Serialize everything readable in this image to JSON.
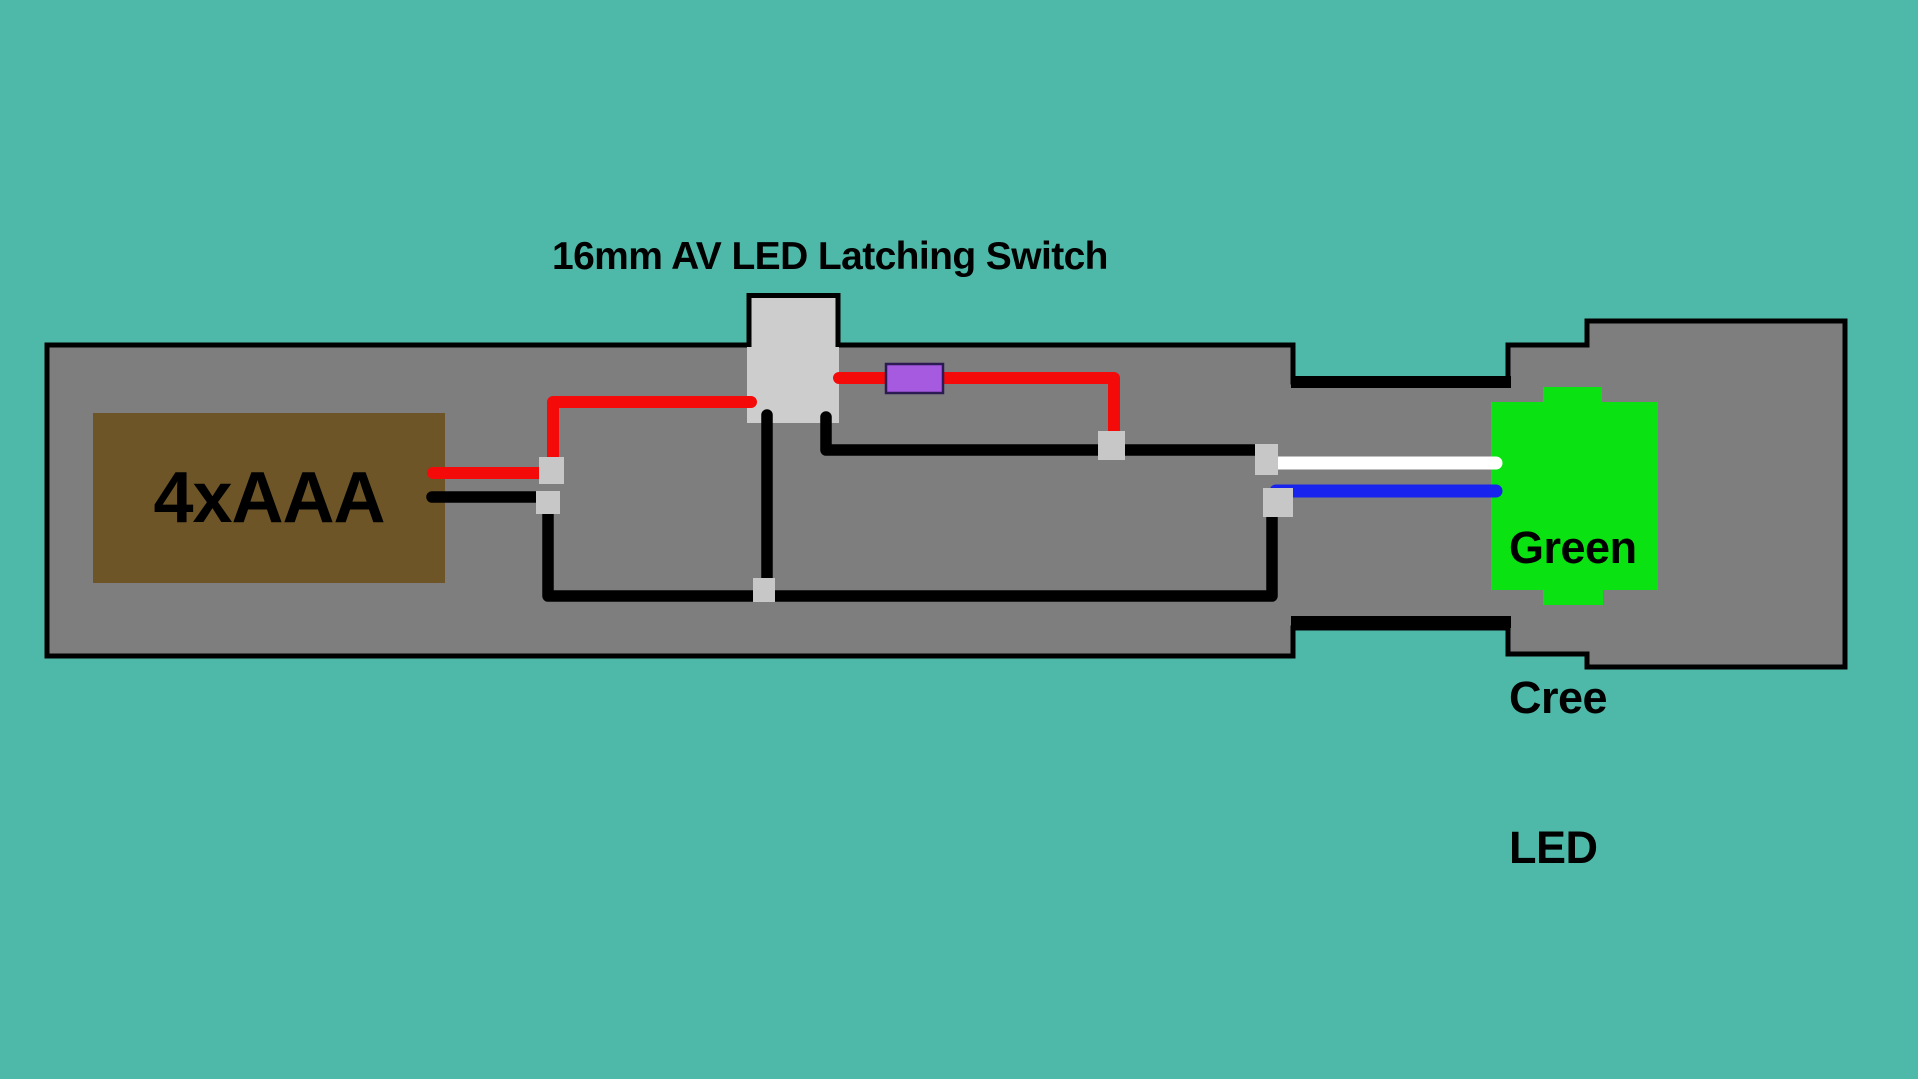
{
  "page": {
    "background": "#4FB9A9"
  },
  "labels": {
    "switch_title": "16mm AV LED Latching Switch",
    "battery": "4xAAA",
    "led_lines": [
      "Green",
      "Cree",
      "LED"
    ]
  },
  "colors": {
    "teal": "#4FB9A9",
    "body_gray": "#7E7E7E",
    "outline": "#000000",
    "switch_gray": "#CDCDCD",
    "pad_gray": "#C7C7C7",
    "battery_brown": "#6E5527",
    "wire_red": "#F50A0A",
    "wire_black": "#000000",
    "wire_white": "#FFFFFF",
    "wire_blue": "#1823EE",
    "resistor_purple": "#A55AE0",
    "resistor_outline": "#2B1B52",
    "led_green": "#0BE211",
    "text": "#000000"
  },
  "diagram": {
    "type": "wiring-diagram",
    "device": "flashlight",
    "components": [
      {
        "id": "battery-pack",
        "label": "4xAAA",
        "kind": "battery holder"
      },
      {
        "id": "latching-switch",
        "label": "16mm AV LED Latching Switch",
        "kind": "push-button latching switch"
      },
      {
        "id": "resistor",
        "kind": "resistor",
        "color": "purple"
      },
      {
        "id": "led-module",
        "label": "Green Cree LED",
        "kind": "LED emitter"
      }
    ],
    "wires": [
      {
        "id": "battery-positive",
        "color": "red",
        "from": "battery-pack",
        "to": "latching-switch"
      },
      {
        "id": "switch-output",
        "color": "red",
        "from": "latching-switch",
        "through": "resistor",
        "to": "led-positive-junction"
      },
      {
        "id": "led-positive-lead",
        "color": "white",
        "from": "led-positive-junction",
        "to": "led-module"
      },
      {
        "id": "led-negative-lead",
        "color": "blue",
        "from": "led-module",
        "to": "ground-run"
      },
      {
        "id": "battery-negative-ground-run",
        "color": "black",
        "from": "battery-pack",
        "to": "led-module"
      },
      {
        "id": "switch-led-pins",
        "color": "black",
        "from": "latching-switch",
        "to": "ground-run"
      }
    ],
    "solder_pads": 6
  }
}
